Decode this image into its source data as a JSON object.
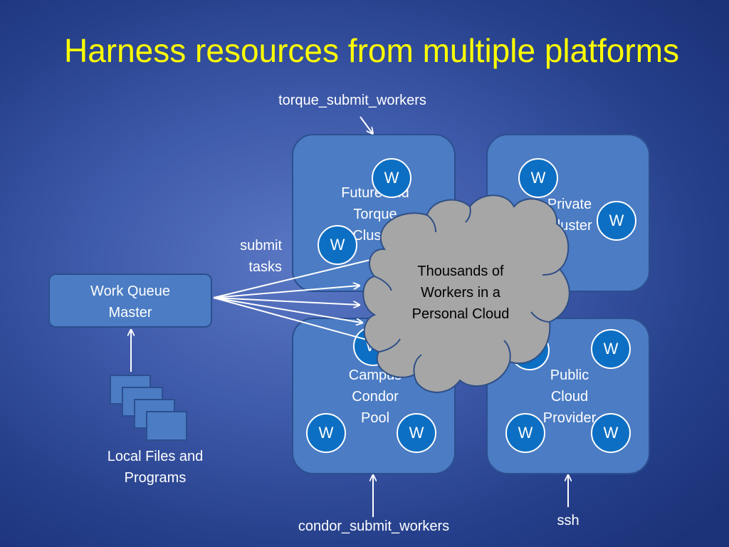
{
  "title": "Harness resources from multiple platforms",
  "labels": {
    "torque_submit": "torque_submit_workers",
    "condor_submit": "condor_submit_workers",
    "ssh": "ssh",
    "submit_tasks_line1": "submit",
    "submit_tasks_line2": "tasks",
    "local_files_line1": "Local Files and",
    "local_files_line2": "Programs"
  },
  "master": {
    "line1": "Work Queue",
    "line2": "Master"
  },
  "platforms": {
    "futuregrid": {
      "line1": "FutureGrid",
      "line2": "Torque",
      "line3": "Cluster"
    },
    "private": {
      "line1": "Private",
      "line2": "Cluster"
    },
    "campus": {
      "line1": "Campus",
      "line2": "Condor",
      "line3": "Pool"
    },
    "public": {
      "line1": "Public",
      "line2": "Cloud",
      "line3": "Provider"
    }
  },
  "worker_label": "W",
  "cloud": {
    "line1": "Thousands of",
    "line2": "Workers in a",
    "line3": "Personal Cloud"
  },
  "colors": {
    "title": "#ffff00",
    "box": "#4b7cc4",
    "worker": "#0c6fc3",
    "cloud": "#a6a6a6"
  }
}
